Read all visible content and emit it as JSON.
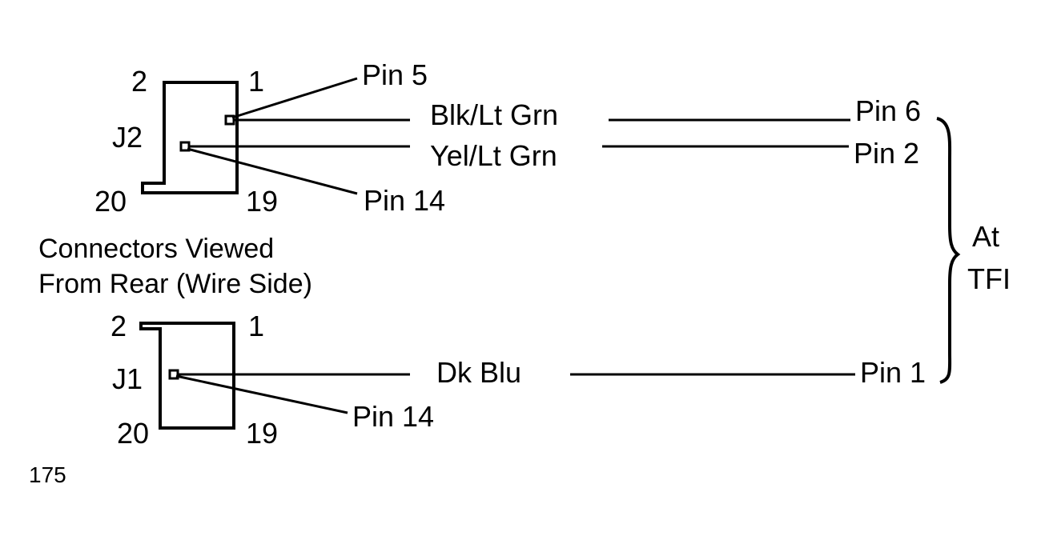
{
  "colors": {
    "ink": "#000000",
    "background": "#ffffff"
  },
  "connectors": {
    "j2": {
      "name": "J2",
      "pin_top_left": "2",
      "pin_top_right": "1",
      "pin_bottom_left": "20",
      "pin_bottom_right": "19",
      "callout_upper": "Pin 5",
      "callout_lower": "Pin 14"
    },
    "j1": {
      "name": "J1",
      "pin_top_left": "2",
      "pin_top_right": "1",
      "pin_bottom_left": "20",
      "pin_bottom_right": "19",
      "callout": "Pin 14"
    },
    "caption_line1": "Connectors Viewed",
    "caption_line2": "From Rear (Wire Side)"
  },
  "wires": [
    {
      "color_label": "Blk/Lt Grn",
      "tfi_pin": "Pin 6"
    },
    {
      "color_label": "Yel/Lt Grn",
      "tfi_pin": "Pin 2"
    },
    {
      "color_label": "Dk Blu",
      "tfi_pin": "Pin 1"
    }
  ],
  "tfi": {
    "line1": "At",
    "line2": "TFI"
  },
  "figure_number": "175"
}
